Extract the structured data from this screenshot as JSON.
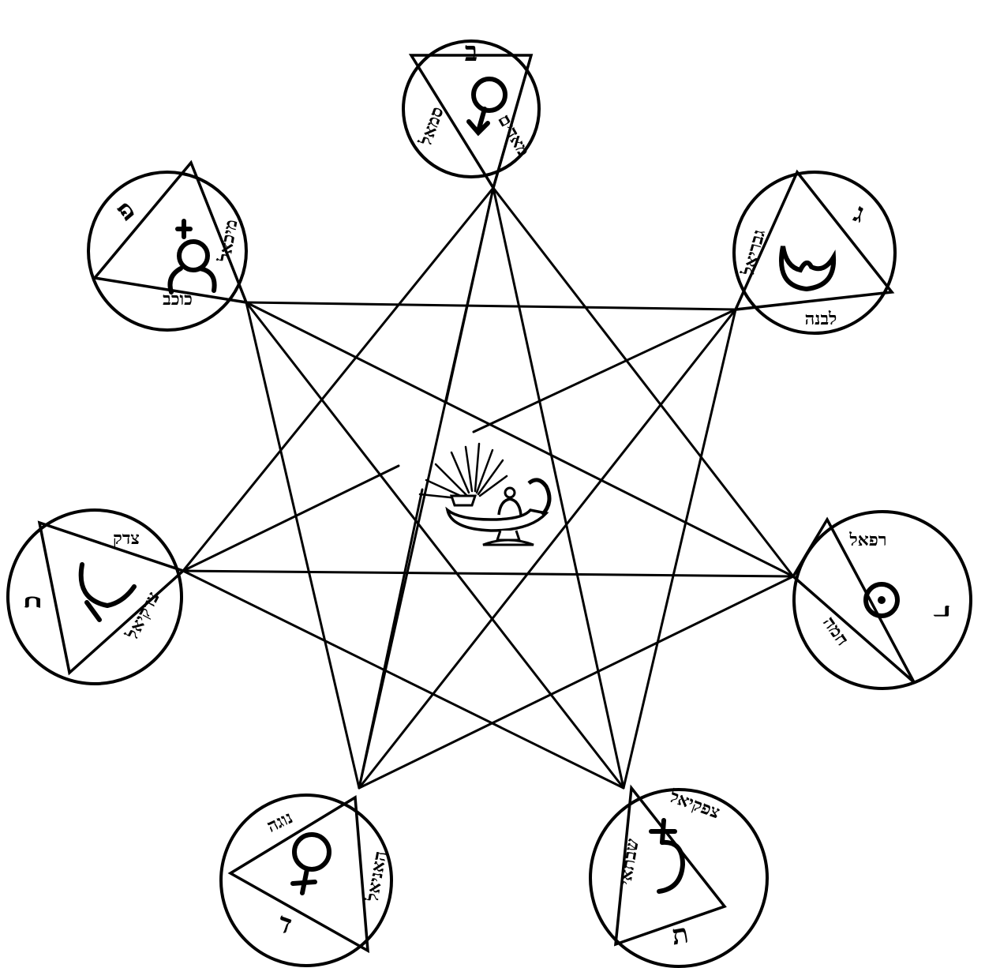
{
  "colors": {
    "ink": "#000000",
    "paper": "#ffffff"
  },
  "center_icon": "oil-lamp-icon",
  "seals": [
    {
      "id": "top",
      "planet_icon": "mars-icon",
      "letter": "ב",
      "names": [
        "סמאל",
        "מאדים"
      ]
    },
    {
      "id": "upper-right",
      "planet_icon": "moon-icon",
      "letter": "ג",
      "names": [
        "גבריאל",
        "לבנה"
      ]
    },
    {
      "id": "right",
      "planet_icon": "sun-icon",
      "letter": "ר",
      "names": [
        "רפאל",
        "חמה"
      ]
    },
    {
      "id": "lower-right",
      "planet_icon": "saturn-icon",
      "letter": "ת",
      "names": [
        "צפקיאל",
        "שבתאי"
      ]
    },
    {
      "id": "lower-left",
      "planet_icon": "venus-icon",
      "letter": "ד",
      "names": [
        "נוגה",
        "האניאל"
      ]
    },
    {
      "id": "left",
      "planet_icon": "jupiter-icon",
      "letter": "כ",
      "names": [
        "צדק",
        "צדקיאל"
      ]
    },
    {
      "id": "upper-left",
      "planet_icon": "mercury-icon",
      "letter": "פ",
      "names": [
        "כוכב",
        "מיכאל"
      ]
    }
  ]
}
